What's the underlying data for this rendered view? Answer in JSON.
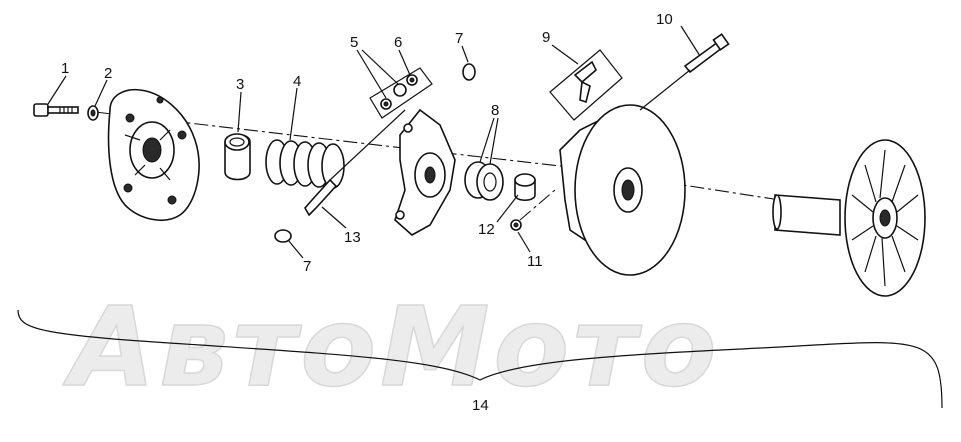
{
  "watermark": {
    "text": "АвтоМото"
  },
  "callouts": {
    "c1": "1",
    "c2": "2",
    "c3": "3",
    "c4": "4",
    "c5": "5",
    "c6": "6",
    "c7a": "7",
    "c7b": "7",
    "c8": "8",
    "c9": "9",
    "c10": "10",
    "c11": "11",
    "c12": "12",
    "c13": "13",
    "c14": "14"
  }
}
